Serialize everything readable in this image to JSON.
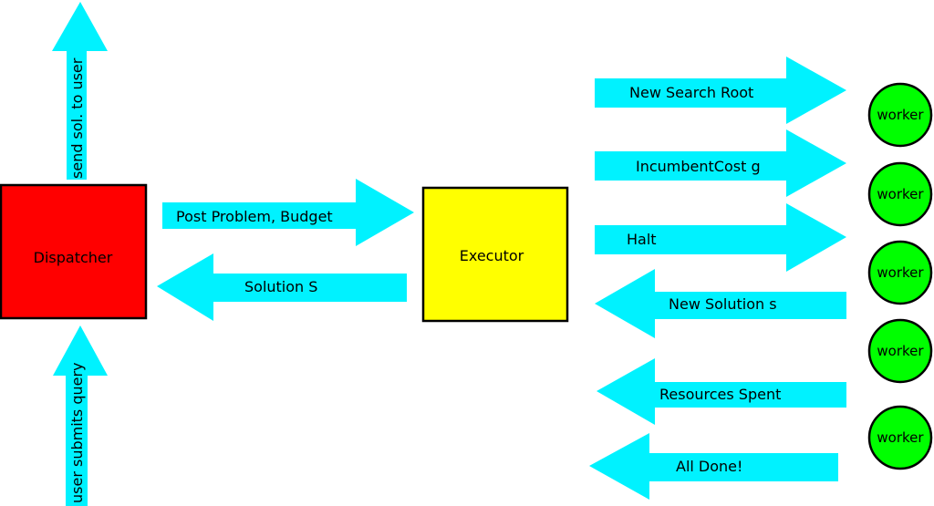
{
  "colors": {
    "arrow": "#00f2ff",
    "dispatcher": "#ff0000",
    "executor": "#ffff00",
    "worker": "#00ff00",
    "outline": "#000000"
  },
  "nodes": {
    "dispatcher": "Dispatcher",
    "executor": "Executor",
    "workers": [
      "worker",
      "worker",
      "worker",
      "worker",
      "worker"
    ]
  },
  "arrows": {
    "send_solution": "send sol. to user",
    "user_query": "user submits query",
    "post_problem": "Post Problem, Budget",
    "solution": "Solution S",
    "new_search_root": "New Search Root",
    "incumbent_cost": "IncumbentCost g",
    "halt": "Halt",
    "new_solution": "New Solution s",
    "resources_spent": "Resources Spent",
    "all_done": "All Done!"
  }
}
